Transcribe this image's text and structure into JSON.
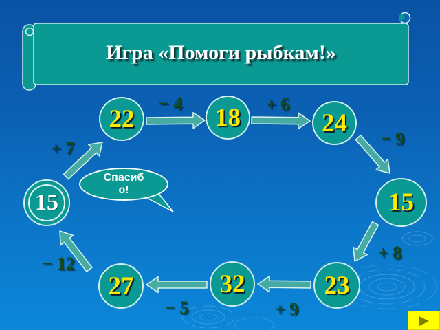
{
  "title": {
    "text": "Игра «Помоги рыбкам!»"
  },
  "chain": {
    "nodes": [
      {
        "value": "22"
      },
      {
        "value": "18"
      },
      {
        "value": "24"
      },
      {
        "value": "15"
      },
      {
        "value": "23"
      },
      {
        "value": "32"
      },
      {
        "value": "27"
      },
      {
        "value": "15"
      }
    ],
    "operations": [
      {
        "label": "− 4"
      },
      {
        "label": "+ 6"
      },
      {
        "label": "− 9"
      },
      {
        "label": "+ 8"
      },
      {
        "label": "+ 9"
      },
      {
        "label": "− 5"
      },
      {
        "label": "− 12"
      },
      {
        "label": "+ 7"
      }
    ]
  },
  "bubble": {
    "lines": [
      "Спасиб",
      "о!"
    ]
  },
  "nav": {
    "next_icon": "▶"
  },
  "colors": {
    "background_top": "#0a52a4",
    "background_bottom": "#0c87d9",
    "teal": "#0b9a93",
    "arrow_fill": "#46aba2",
    "number_yellow": "#ffe800",
    "operation_green": "#15491c",
    "title_white": "#ffffff",
    "button_yellow": "#ffff00"
  }
}
